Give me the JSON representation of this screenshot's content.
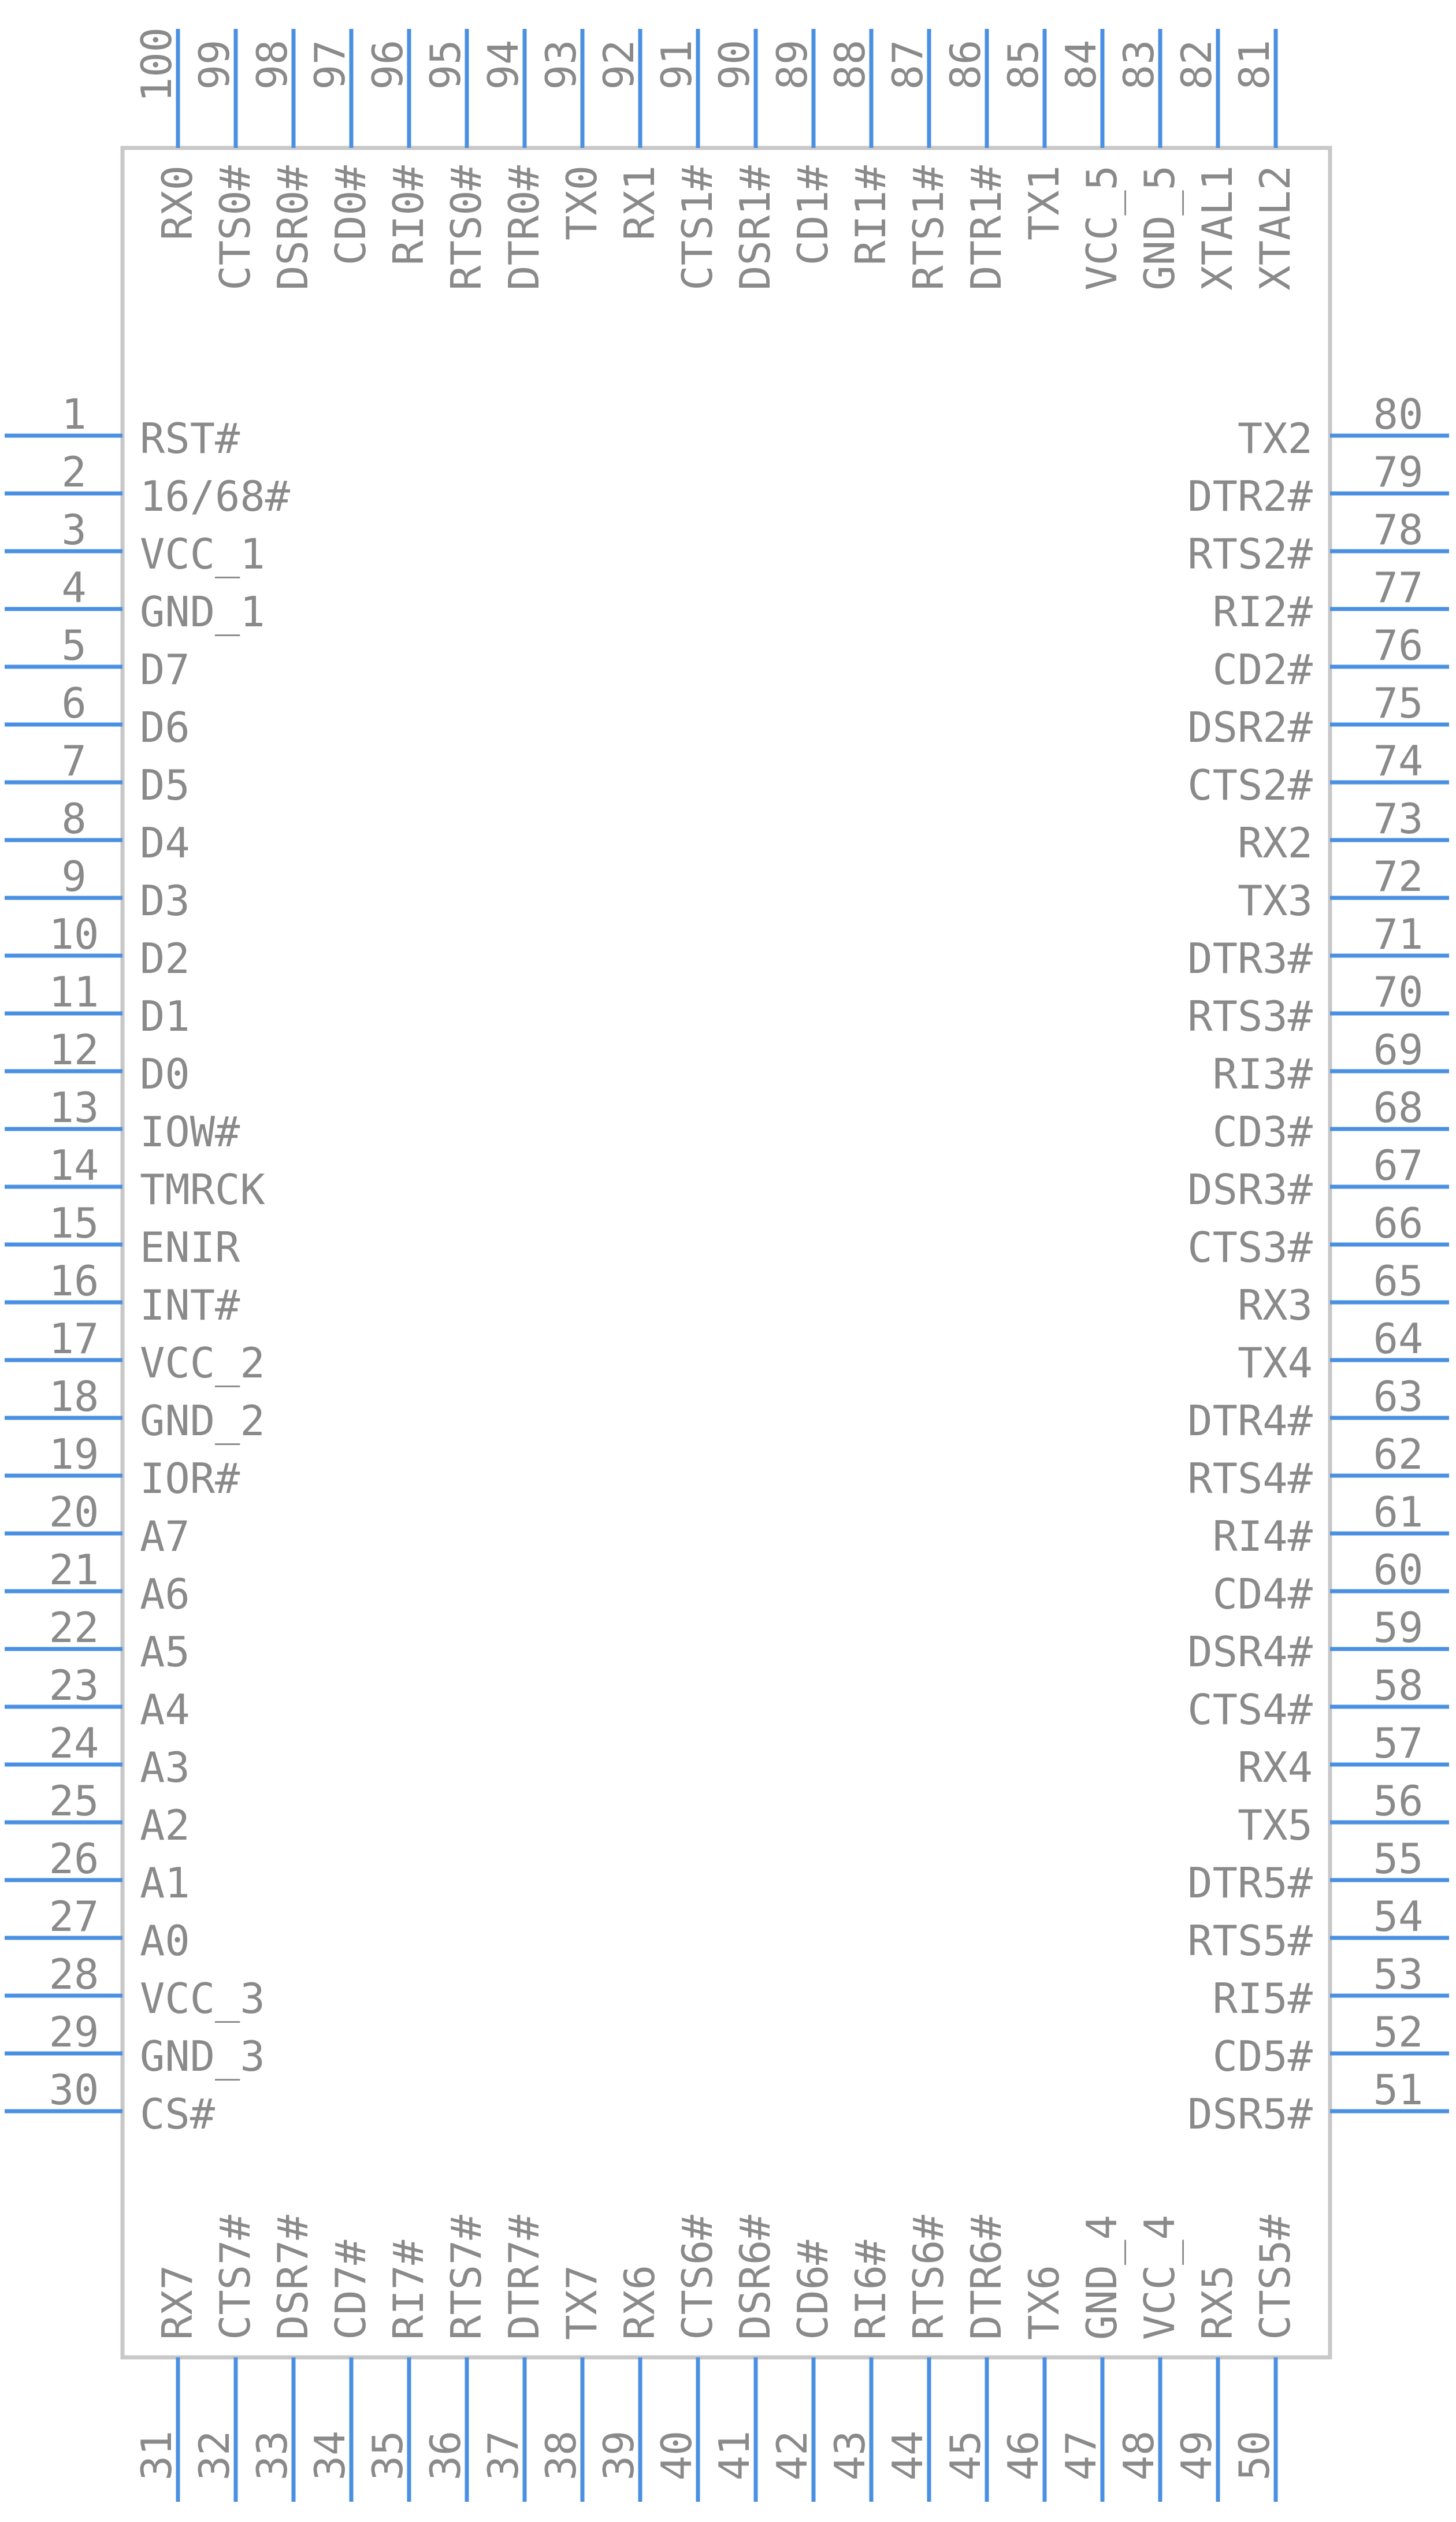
{
  "component": {
    "colors": {
      "pin": "#4a90e2",
      "body_outline": "#c8c8c8",
      "text": "#8a8a8a",
      "background": "#ffffff"
    },
    "left_pins": [
      {
        "num": "1",
        "name": "RST#"
      },
      {
        "num": "2",
        "name": "16/68#"
      },
      {
        "num": "3",
        "name": "VCC_1"
      },
      {
        "num": "4",
        "name": "GND_1"
      },
      {
        "num": "5",
        "name": "D7"
      },
      {
        "num": "6",
        "name": "D6"
      },
      {
        "num": "7",
        "name": "D5"
      },
      {
        "num": "8",
        "name": "D4"
      },
      {
        "num": "9",
        "name": "D3"
      },
      {
        "num": "10",
        "name": "D2"
      },
      {
        "num": "11",
        "name": "D1"
      },
      {
        "num": "12",
        "name": "D0"
      },
      {
        "num": "13",
        "name": "IOW#"
      },
      {
        "num": "14",
        "name": "TMRCK"
      },
      {
        "num": "15",
        "name": "ENIR"
      },
      {
        "num": "16",
        "name": "INT#"
      },
      {
        "num": "17",
        "name": "VCC_2"
      },
      {
        "num": "18",
        "name": "GND_2"
      },
      {
        "num": "19",
        "name": "IOR#"
      },
      {
        "num": "20",
        "name": "A7"
      },
      {
        "num": "21",
        "name": "A6"
      },
      {
        "num": "22",
        "name": "A5"
      },
      {
        "num": "23",
        "name": "A4"
      },
      {
        "num": "24",
        "name": "A3"
      },
      {
        "num": "25",
        "name": "A2"
      },
      {
        "num": "26",
        "name": "A1"
      },
      {
        "num": "27",
        "name": "A0"
      },
      {
        "num": "28",
        "name": "VCC_3"
      },
      {
        "num": "29",
        "name": "GND_3"
      },
      {
        "num": "30",
        "name": "CS#"
      }
    ],
    "right_pins": [
      {
        "num": "80",
        "name": "TX2"
      },
      {
        "num": "79",
        "name": "DTR2#"
      },
      {
        "num": "78",
        "name": "RTS2#"
      },
      {
        "num": "77",
        "name": "RI2#"
      },
      {
        "num": "76",
        "name": "CD2#"
      },
      {
        "num": "75",
        "name": "DSR2#"
      },
      {
        "num": "74",
        "name": "CTS2#"
      },
      {
        "num": "73",
        "name": "RX2"
      },
      {
        "num": "72",
        "name": "TX3"
      },
      {
        "num": "71",
        "name": "DTR3#"
      },
      {
        "num": "70",
        "name": "RTS3#"
      },
      {
        "num": "69",
        "name": "RI3#"
      },
      {
        "num": "68",
        "name": "CD3#"
      },
      {
        "num": "67",
        "name": "DSR3#"
      },
      {
        "num": "66",
        "name": "CTS3#"
      },
      {
        "num": "65",
        "name": "RX3"
      },
      {
        "num": "64",
        "name": "TX4"
      },
      {
        "num": "63",
        "name": "DTR4#"
      },
      {
        "num": "62",
        "name": "RTS4#"
      },
      {
        "num": "61",
        "name": "RI4#"
      },
      {
        "num": "60",
        "name": "CD4#"
      },
      {
        "num": "59",
        "name": "DSR4#"
      },
      {
        "num": "58",
        "name": "CTS4#"
      },
      {
        "num": "57",
        "name": "RX4"
      },
      {
        "num": "56",
        "name": "TX5"
      },
      {
        "num": "55",
        "name": "DTR5#"
      },
      {
        "num": "54",
        "name": "RTS5#"
      },
      {
        "num": "53",
        "name": "RI5#"
      },
      {
        "num": "52",
        "name": "CD5#"
      },
      {
        "num": "51",
        "name": "DSR5#"
      }
    ],
    "top_pins": [
      {
        "num": "100",
        "name": "RX0"
      },
      {
        "num": "99",
        "name": "CTS0#"
      },
      {
        "num": "98",
        "name": "DSR0#"
      },
      {
        "num": "97",
        "name": "CD0#"
      },
      {
        "num": "96",
        "name": "RI0#"
      },
      {
        "num": "95",
        "name": "RTS0#"
      },
      {
        "num": "94",
        "name": "DTR0#"
      },
      {
        "num": "93",
        "name": "TX0"
      },
      {
        "num": "92",
        "name": "RX1"
      },
      {
        "num": "91",
        "name": "CTS1#"
      },
      {
        "num": "90",
        "name": "DSR1#"
      },
      {
        "num": "89",
        "name": "CD1#"
      },
      {
        "num": "88",
        "name": "RI1#"
      },
      {
        "num": "87",
        "name": "RTS1#"
      },
      {
        "num": "86",
        "name": "DTR1#"
      },
      {
        "num": "85",
        "name": "TX1"
      },
      {
        "num": "84",
        "name": "VCC_5"
      },
      {
        "num": "83",
        "name": "GND_5"
      },
      {
        "num": "82",
        "name": "XTAL1"
      },
      {
        "num": "81",
        "name": "XTAL2"
      }
    ],
    "bottom_pins": [
      {
        "num": "31",
        "name": "RX7"
      },
      {
        "num": "32",
        "name": "CTS7#"
      },
      {
        "num": "33",
        "name": "DSR7#"
      },
      {
        "num": "34",
        "name": "CD7#"
      },
      {
        "num": "35",
        "name": "RI7#"
      },
      {
        "num": "36",
        "name": "RTS7#"
      },
      {
        "num": "37",
        "name": "DTR7#"
      },
      {
        "num": "38",
        "name": "TX7"
      },
      {
        "num": "39",
        "name": "RX6"
      },
      {
        "num": "40",
        "name": "CTS6#"
      },
      {
        "num": "41",
        "name": "DSR6#"
      },
      {
        "num": "42",
        "name": "CD6#"
      },
      {
        "num": "43",
        "name": "RI6#"
      },
      {
        "num": "44",
        "name": "RTS6#"
      },
      {
        "num": "45",
        "name": "DTR6#"
      },
      {
        "num": "46",
        "name": "TX6"
      },
      {
        "num": "47",
        "name": "GND_4"
      },
      {
        "num": "48",
        "name": "VCC_4"
      },
      {
        "num": "49",
        "name": "RX5"
      },
      {
        "num": "50",
        "name": "CTS5#"
      }
    ]
  }
}
